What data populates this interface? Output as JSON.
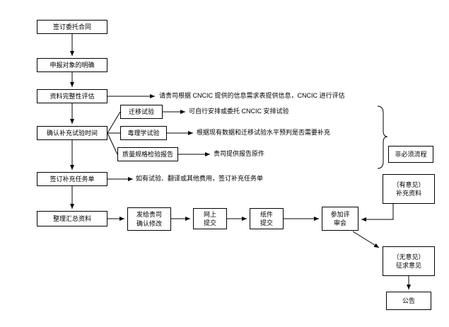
{
  "diagram": {
    "steps": {
      "sign_contract": "签订委托合同",
      "declare_object": "申报对象的明确",
      "data_assessment": "资料完整性评估",
      "confirm_test_time": "确认补充试验时间",
      "sign_task_order": "签订补充任务单",
      "organize_data": "整理汇总资料"
    },
    "tests": {
      "migration": "迁移试验",
      "toxicology": "毒理学试验",
      "quality_report": "质量规格检验报告"
    },
    "notes": {
      "assessment": "请贵司根据 CNCIC 提供的信息需求表提供信息，CNCIC 进行评估",
      "migration": "可自行安排或委托 CNCIC 安排试验",
      "toxicology": "根据现有数据和迁移试验水平预判是否需要补充",
      "quality": "贵司提供报告原件",
      "task_order": "如有试验、翻译或其他费用，签订补充任务单"
    },
    "submission": {
      "send_confirm": "发给贵司\n确认修改",
      "online_submit": "网上\n提交",
      "paper_submit": "纸件\n提交",
      "review_meeting": "参加评\n审会"
    },
    "right": {
      "optional_process": "非必须流程",
      "supplement": "（有意见）\n补充资料",
      "solicit": "（无意见）\n征求意见",
      "announcement": "公告"
    }
  }
}
